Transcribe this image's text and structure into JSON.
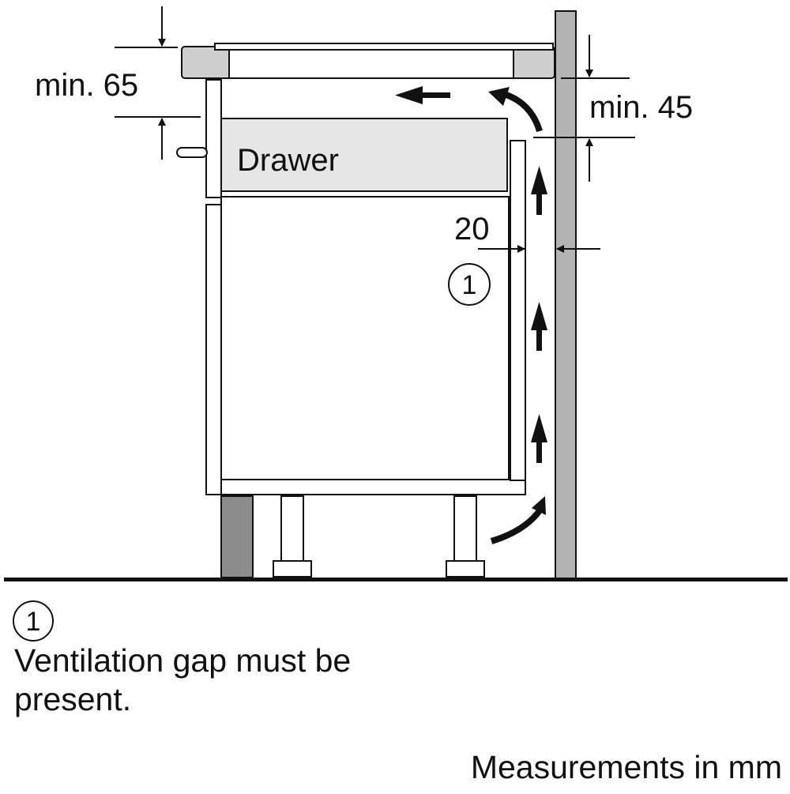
{
  "diagram": {
    "labels": {
      "top_gap": "min. 65",
      "rear_gap": "min. 45",
      "side_gap": "20",
      "drawer": "Drawer",
      "callout_number": "1"
    },
    "colors": {
      "line": "#111111",
      "wall": "#b3b3b3",
      "drawer_fill": "#e6e6e6",
      "panel_fill": "#ffffff",
      "hob_edge": "#cfcfcf",
      "plinth": "#8c8c8c"
    }
  },
  "legend": {
    "number": "1",
    "text": "Ventilation gap must be present."
  },
  "footer": {
    "text": "Measurements in mm"
  }
}
